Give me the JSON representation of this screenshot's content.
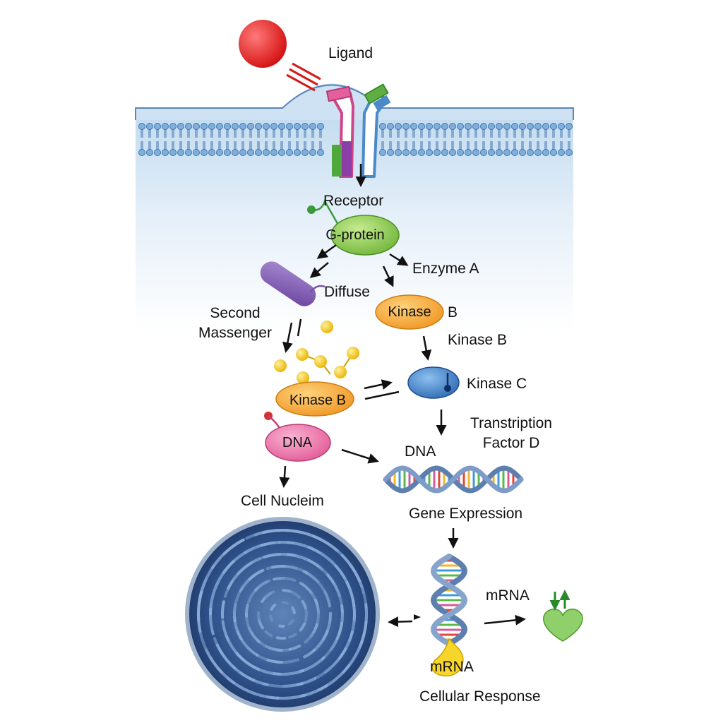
{
  "labels": {
    "ligand": "Ligand",
    "receptor": "Receptor",
    "g_protein": "G-protein",
    "enzyme_a": "Enzyme A",
    "diffuse": "Diffuse",
    "second_messenger_line1": "Second",
    "second_messenger_line2": "Massenger",
    "kinase_b_node": "Kinase",
    "kinase_b_node_suffix": "B",
    "kinase_b_label": "Kinase B",
    "kinase_c": "Kinase C",
    "kinase_b_left": "Kinase B",
    "transcription_line1": "Transtription",
    "transcription_line2": "Factor D",
    "dna_node": "DNA",
    "dna_label": "DNA",
    "cell_nucleus": "Cell Nucleim",
    "gene_expression": "Gene Expression",
    "mrna_right": "mRNA",
    "mrna_bottom": "mRNA",
    "cellular_response": "Cellular Response"
  },
  "colors": {
    "ligand": "#e51c1c",
    "membrane": "#9fc3e3",
    "cytoplasm": "#d7e8f6",
    "g_protein": "#8ccf4f",
    "second_messenger_protein": "#8a62b5",
    "kinase": "#f4a83a",
    "kinase_c": "#3a7fc8",
    "dna_node": "#ec6fa4",
    "messenger_molecules": "#f6c52a",
    "nucleus": "#23467a",
    "response_heart": "#7cc256"
  }
}
